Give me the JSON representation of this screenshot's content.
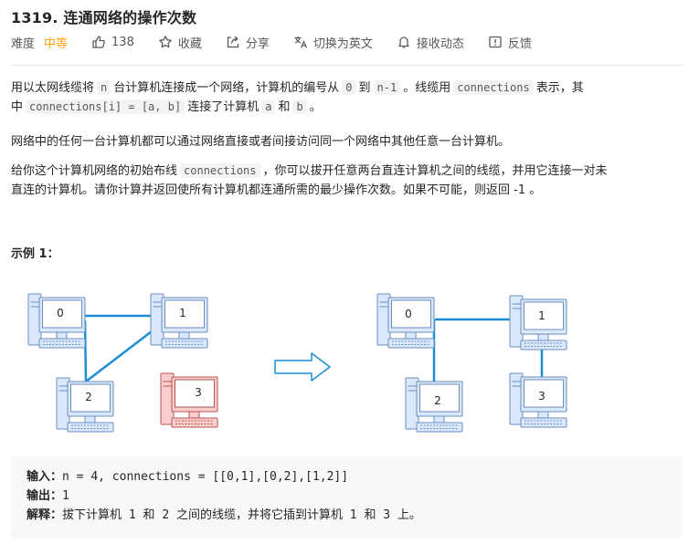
{
  "problem": {
    "title": "1319. 连通网络的操作次数"
  },
  "meta": {
    "difficulty_label": "难度",
    "difficulty": "中等",
    "likes": "138",
    "favorite": "收藏",
    "share": "分享",
    "switch_lang": "切换为英文",
    "notify": "接收动态",
    "feedback": "反馈"
  },
  "desc": {
    "p1_a": "用以太网线缆将",
    "p1_n": "n",
    "p1_b": "台计算机连接成一个网络，计算机的编号从",
    "p1_zero": "0",
    "p1_c": "到",
    "p1_nm1": "n-1",
    "p1_d": "。线缆用",
    "p1_conn": "connections",
    "p1_e": "表示，其",
    "p1_f": "中",
    "p1_conni": "connections[i] = [a, b]",
    "p1_g": "连接了计算机",
    "p1_a_var": "a",
    "p1_h": "和",
    "p1_b_var": "b",
    "p1_i": "。",
    "p2": "网络中的任何一台计算机都可以通过网络直接或者间接访问同一个网络中其他任意一台计算机。",
    "p3_a": "给你这个计算机网络的初始布线",
    "p3_conn": "connections",
    "p3_b": "，你可以拔开任意两台直连计算机之间的线缆，并用它连接一对未",
    "p3_c": "直连的计算机。请你计算并返回使所有计算机都连通所需的最少操作次数。如果不可能，则返回 -1 。",
    "example_title": "示例 1："
  },
  "diagram": {
    "left_labels": [
      "0",
      "1",
      "2",
      "3"
    ],
    "right_labels": [
      "0",
      "1",
      "2",
      "3"
    ],
    "normal_color": "#6c8ebf",
    "normal_fill": "#dae8fc",
    "highlight_color": "#b85450",
    "highlight_fill": "#f8cecc",
    "link_color": "#1c8ed6"
  },
  "example": {
    "input_label": "输入：",
    "input_value": "n = 4, connections = [[0,1],[0,2],[1,2]]",
    "output_label": "输出：",
    "output_value": "1",
    "explain_label": "解释：",
    "explain_value": "拔下计算机 1 和 2 之间的线缆，并将它插到计算机 1 和 3 上。"
  }
}
